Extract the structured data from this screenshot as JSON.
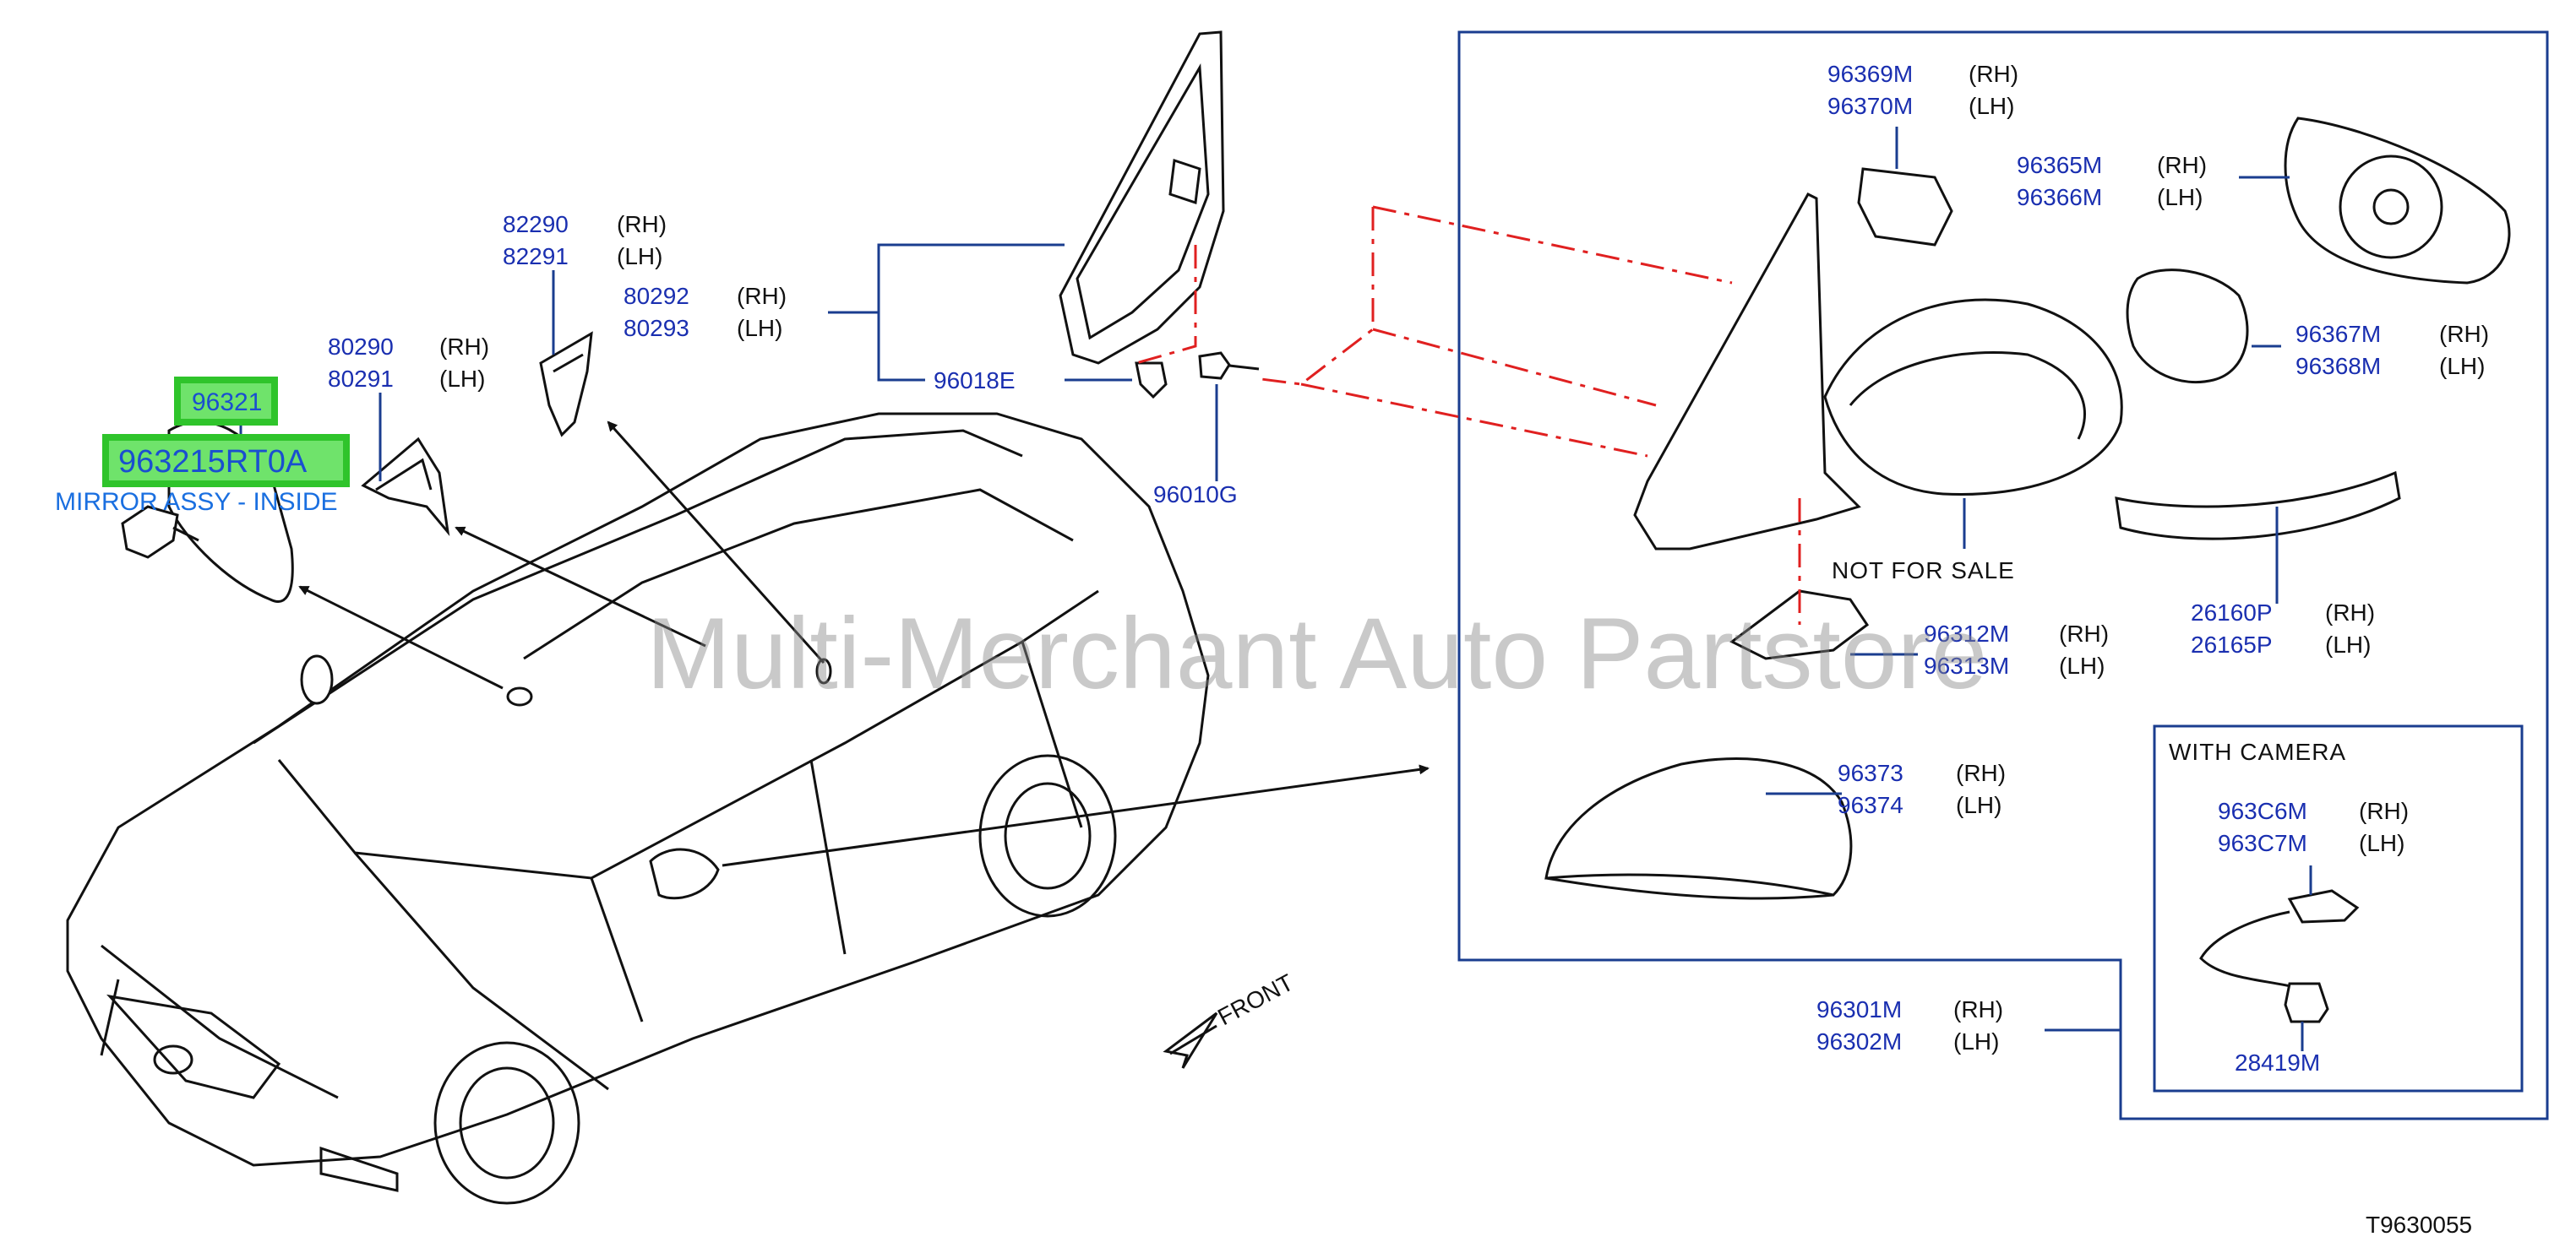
{
  "highlight": {
    "part_short": "96321",
    "part_full": "963215RT0A",
    "description": "MIRROR ASSY - INSIDE"
  },
  "watermark": "Multi-Merchant Auto Partstore",
  "diagram_code": "T9630055",
  "front_label": "FRONT",
  "not_for_sale": "NOT   FOR   SALE",
  "camera_box_title": "WITH   CAMERA",
  "side_rh": "(RH)",
  "side_lh": "(LH)",
  "parts": {
    "p80290": "80290",
    "p80291": "80291",
    "p82290": "82290",
    "p82291": "82291",
    "p80292": "80292",
    "p80293": "80293",
    "p96018E": "96018E",
    "p96010G": "96010G",
    "p96369M": "96369M",
    "p96370M": "96370M",
    "p96365M": "96365M",
    "p96366M": "96366M",
    "p96367M": "96367M",
    "p96368M": "96368M",
    "p26160P": "26160P",
    "p26165P": "26165P",
    "p96312M": "96312M",
    "p96313M": "96313M",
    "p96373": "96373",
    "p96374": "96374",
    "p963C6M": "963C6M",
    "p963C7M": "963C7M",
    "p28419M": "28419M",
    "p96301M": "96301M",
    "p96302M": "96302M"
  },
  "colors": {
    "label_blue": "#1a2fb0",
    "leader_blue": "#1a3d8f",
    "dashed_red": "#e02020",
    "highlight_green": "#6fe36b"
  }
}
